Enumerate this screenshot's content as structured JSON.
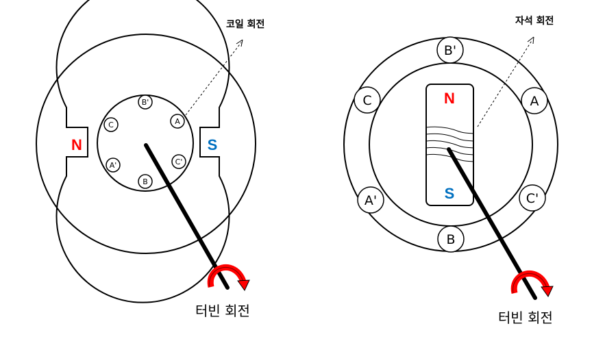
{
  "colors": {
    "north": "#ff0000",
    "south": "#0070c0",
    "rotation_arrow": "#ff0000",
    "line": "#000000"
  },
  "left_generator": {
    "top_label": "코일 회전",
    "bottom_label": "터빈 회전",
    "pole_n": "N",
    "pole_s": "S",
    "coils": [
      "B'",
      "A",
      "C'",
      "B",
      "A'",
      "C"
    ]
  },
  "right_generator": {
    "top_label": "자석 회전",
    "bottom_label": "터빈 회전",
    "pole_n": "N",
    "pole_s": "S",
    "coils": [
      "B'",
      "A",
      "C'",
      "B",
      "A'",
      "C"
    ]
  }
}
